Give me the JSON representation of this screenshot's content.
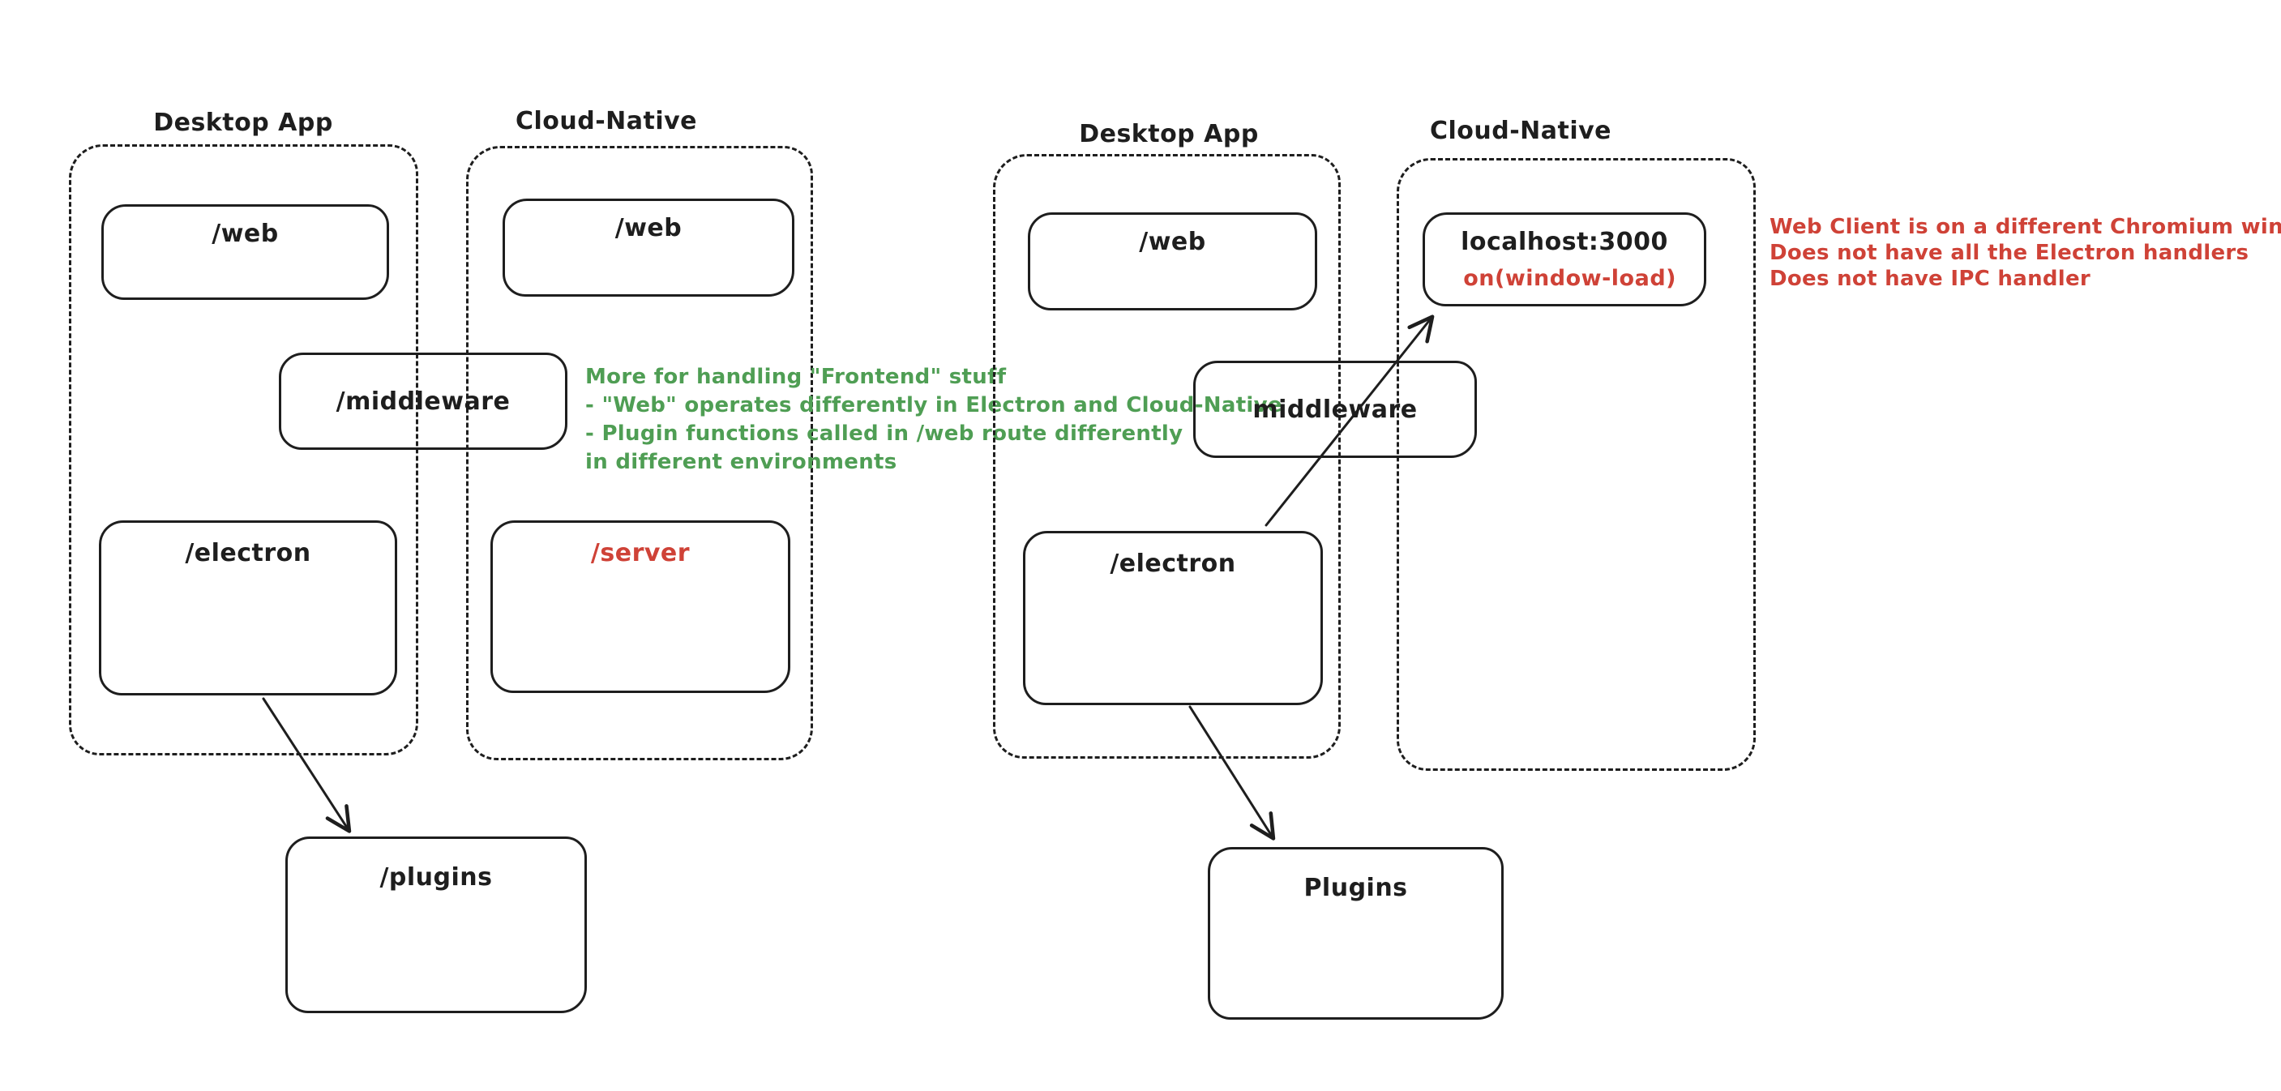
{
  "colors": {
    "stroke": "#1e1e1e",
    "red": "#cf4237",
    "green": "#4f9e54",
    "background": "#ffffff"
  },
  "diagram1": {
    "desktop": {
      "label": "Desktop App",
      "web": "/web",
      "electron": "/electron"
    },
    "cloud": {
      "label": "Cloud-Native",
      "web": "/web",
      "server": "/server"
    },
    "middleware": "/middleware",
    "plugins": "/plugins"
  },
  "diagram2": {
    "desktop": {
      "label": "Desktop App",
      "web": "/web",
      "electron": "/electron"
    },
    "cloud": {
      "label": "Cloud-Native",
      "localhost": "localhost:3000",
      "on_window_load": "on(window-load)"
    },
    "middleware": "middleware",
    "plugins": "Plugins"
  },
  "annotations": {
    "green_note": {
      "lines": [
        "More for handling \"Frontend\" stuff",
        "- \"Web\" operates differently in Electron and Cloud-Native",
        "- Plugin functions called in /web route differently",
        "in different environments"
      ]
    },
    "red_note": {
      "lines": [
        "Web Client is on a different Chromium window",
        "Does not have all the Electron handlers",
        "Does not have IPC handler"
      ]
    }
  }
}
